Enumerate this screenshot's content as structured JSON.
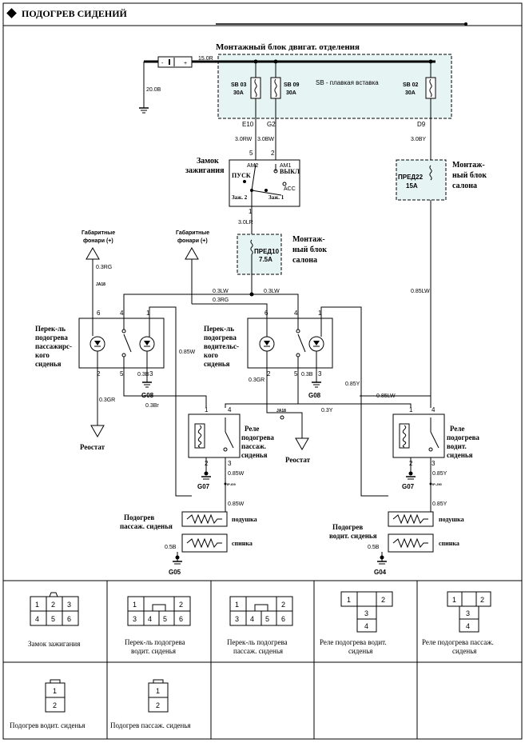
{
  "header": {
    "title": "ПОДОГРЕВ СИДЕНИЙ"
  },
  "blocks": {
    "engine_box": "Монтажный блок двигат. отделения",
    "fuse_legend": "SB - плавкая вставка",
    "cabin_box_lines": [
      "Монтаж-",
      "ный блок",
      "салона"
    ]
  },
  "fuses": {
    "sb03": [
      "SB 03",
      "30A"
    ],
    "sb09": [
      "SB 09",
      "30A"
    ],
    "sb02": [
      "SB 02",
      "30A"
    ],
    "pred10": [
      "ПРЕД10",
      "7.5A"
    ],
    "pred22": [
      "ПРЕД22",
      "15A"
    ]
  },
  "pins": {
    "e10": "E10",
    "g2": "G2",
    "d9": "D9",
    "p5": "5",
    "p2": "2",
    "p1": "1",
    "p6": "6",
    "p4": "4",
    "p3": "3"
  },
  "wires": {
    "w15r": "15.0R",
    "w20b": "20.0B",
    "w30rw": "3.0RW",
    "w30bw": "3.0BW",
    "w30by": "3.0BY",
    "w30lr": "3.0LR",
    "w03rg": "0.3RG",
    "w03lw": "0.3LW",
    "w03b": "0.3B",
    "w03gr": "0.3GR",
    "w03br": "0.3Br",
    "w085w": "0.85W",
    "w085lw": "0.85LW",
    "w085y": "0.85Y",
    "w03y": "0.3Y",
    "w05b": "0.5B"
  },
  "ignition": {
    "label": [
      "Замок",
      "зажигания"
    ],
    "am2": "AM2",
    "am1": "AM1",
    "start": "ПУСК",
    "off": "ВЫКЛ",
    "acc": "ACC",
    "ign2": "Заж. 2",
    "ign1": "Заж. 1"
  },
  "labels": {
    "parking_lights": [
      "Габаритные",
      "фонари (+)"
    ],
    "ja18": "JA18",
    "ip009": "IP-I09",
    "ip090": "IP-J90",
    "pass_switch": [
      "Перек-ль",
      "подогрева",
      "пассажирс-",
      "кого",
      "сиденья"
    ],
    "drv_switch": [
      "Перек-ль",
      "подогрева",
      "водительс-",
      "кого",
      "сиденья"
    ],
    "rheostat": "Реостат",
    "pass_relay": [
      "Реле",
      "подогрева",
      "пассаж.",
      "сиденья"
    ],
    "drv_relay": [
      "Реле",
      "подогрева",
      "водит.",
      "сиденья"
    ],
    "pass_heater": [
      "Подогрев",
      "пассаж. сиденья"
    ],
    "drv_heater": [
      "Подогрев",
      "водит. сиденья"
    ],
    "cushion": "подушка",
    "backrest": "спинка"
  },
  "grounds": {
    "g08": "G08",
    "g07": "G07",
    "g05": "G05",
    "g04": "G04"
  },
  "connectors": {
    "ignition": {
      "name": "Замок зажигания",
      "pins": [
        "1",
        "2",
        "3",
        "4",
        "5",
        "6"
      ]
    },
    "drv_switch": {
      "name": [
        "Перек-ль подогрева",
        "водит. сиденья"
      ],
      "pins": [
        "1",
        "2",
        "3",
        "4",
        "5",
        "6"
      ]
    },
    "pass_switch": {
      "name": [
        "Перек-ль подогрева",
        "пассаж. сиденья"
      ],
      "pins": [
        "1",
        "2",
        "3",
        "4",
        "5",
        "6"
      ]
    },
    "drv_relay": {
      "name": [
        "Реле подогрева водит.",
        "сиденья"
      ],
      "pins": [
        "1",
        "2",
        "3",
        "4"
      ]
    },
    "pass_relay": {
      "name": [
        "Реле подогрева пассаж.",
        "сиденья"
      ],
      "pins": [
        "1",
        "2",
        "3",
        "4"
      ]
    },
    "drv_heater": {
      "name": "Подогрев водит. сиденья",
      "pins": [
        "1",
        "2"
      ]
    },
    "pass_heater": {
      "name": "Подогрев пассаж. сиденья",
      "pins": [
        "1",
        "2"
      ]
    }
  }
}
